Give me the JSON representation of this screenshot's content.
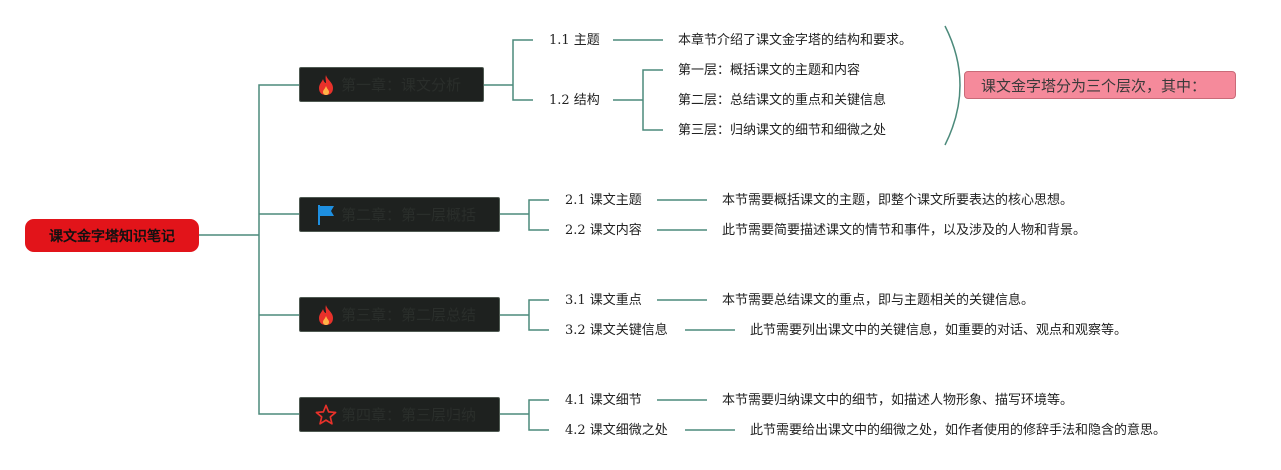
{
  "root": {
    "label": "课文金字塔知识笔记"
  },
  "chapters": [
    {
      "label": "第一章：课文分析",
      "icon": "fire-icon",
      "sections": [
        {
          "label": "1.1 主题",
          "desc": "本章节介绍了课文金字塔的结构和要求。"
        },
        {
          "label": "1.2 结构",
          "items": [
            "第一层：概括课文的主题和内容",
            "第二层：总结课文的重点和关键信息",
            "第三层：归纳课文的细节和细微之处"
          ]
        }
      ]
    },
    {
      "label": "第二章：第一层概括",
      "icon": "flag-icon",
      "sections": [
        {
          "label": "2.1 课文主题",
          "desc": "本节需要概括课文的主题，即整个课文所要表达的核心思想。"
        },
        {
          "label": "2.2 课文内容",
          "desc": "此节需要简要描述课文的情节和事件，以及涉及的人物和背景。"
        }
      ]
    },
    {
      "label": "第三章：第二层总结",
      "icon": "fire-icon",
      "sections": [
        {
          "label": "3.1 课文重点",
          "desc": "本节需要总结课文的重点，即与主题相关的关键信息。"
        },
        {
          "label": "3.2 课文关键信息",
          "desc": "此节需要列出课文中的关键信息，如重要的对话、观点和观察等。"
        }
      ]
    },
    {
      "label": "第四章：第三层归纳",
      "icon": "star-icon",
      "sections": [
        {
          "label": "4.1 课文细节",
          "desc": "本节需要归纳课文中的细节，如描述人物形象、描写环境等。"
        },
        {
          "label": "4.2 课文细微之处",
          "desc": "此节需要给出课文中的细微之处，如作者使用的修辞手法和隐含的意思。"
        }
      ]
    }
  ],
  "summary": {
    "label": "课文金字塔分为三个层次，其中："
  },
  "colors": {
    "root": "#e2141a",
    "chapter_bg": "#1e211f",
    "line": "#4c8a7b",
    "summary": "#f58a9b",
    "fire": "#e8312a",
    "flag": "#1e8fe0",
    "star": "#e8312a"
  }
}
